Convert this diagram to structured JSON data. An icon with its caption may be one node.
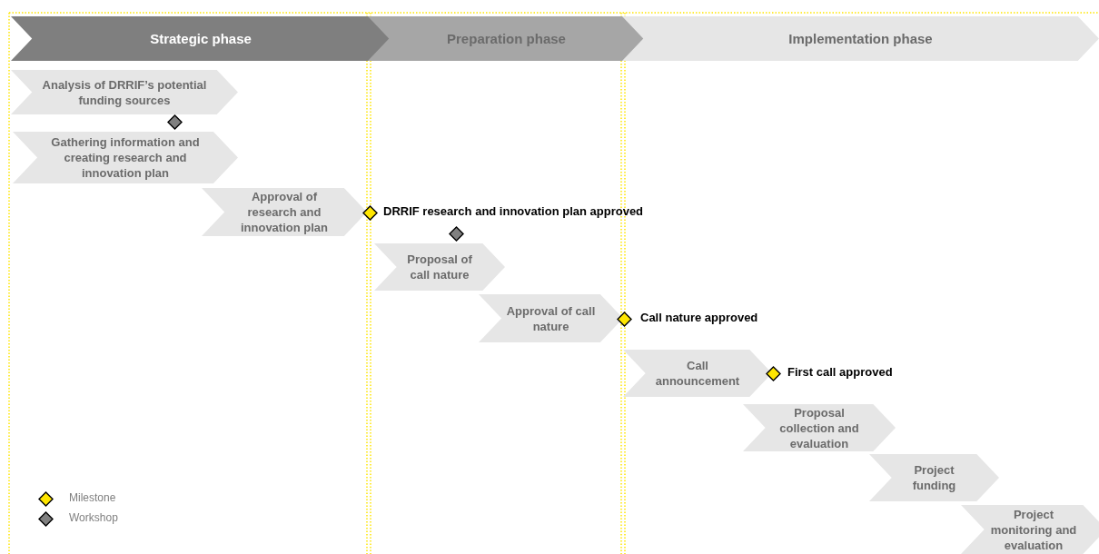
{
  "diagram": {
    "nodes": [
      {
        "text": [
          "Strategic phase"
        ]
      },
      {
        "text": [
          "Preparation phase"
        ]
      },
      {
        "text": [
          "Implementation phase"
        ]
      },
      {
        "text": [
          "Analysis of DRRIF’s potential funding sources"
        ]
      },
      {
        "text": [],
        "shape": "diamond"
      },
      {
        "text": [
          "Gathering information and creating research and innovation plan"
        ]
      },
      {
        "text": [
          "Approval of research and innovation plan"
        ]
      },
      {
        "text": [],
        "shape": "diamond",
        "beside": [
          "DRRIF research and innovation plan approved"
        ]
      },
      {
        "text": [],
        "shape": "diamond"
      },
      {
        "text": [
          "Proposal of call nature"
        ]
      },
      {
        "text": [
          "Approval of call nature"
        ]
      },
      {
        "text": [],
        "shape": "diamond",
        "beside": [
          "Call nature approved"
        ]
      },
      {
        "text": [
          "Call announcement"
        ]
      },
      {
        "text": [],
        "shape": "diamond",
        "beside": [
          "First call approved"
        ]
      },
      {
        "text": [
          "Proposal collection and evaluation"
        ]
      },
      {
        "text": [
          "Project funding"
        ]
      },
      {
        "text": [
          "Project monitoring and evaluation"
        ]
      }
    ],
    "legend": [
      {
        "text": "Milestone",
        "color": "#ffe600"
      },
      {
        "text": "Workshop",
        "color": "#808080"
      }
    ]
  }
}
